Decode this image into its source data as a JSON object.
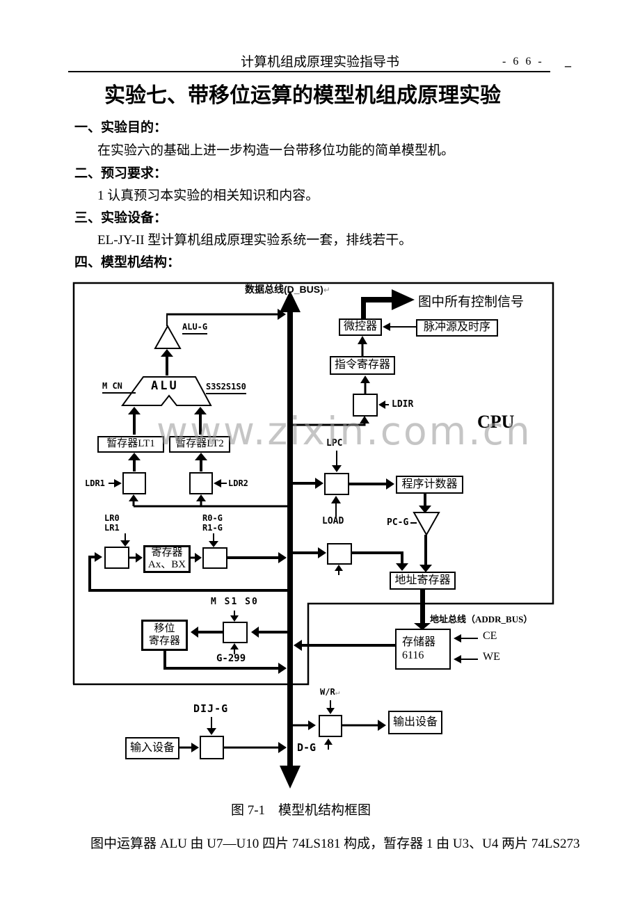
{
  "page": {
    "header": {
      "doc_title": "计算机组成原理实验指导书",
      "page_number": "- 6 6 -",
      "trailing_mark": "_"
    },
    "title": "实验七、带移位运算的模型机组成原理实验",
    "sections": [
      {
        "heading": "一、实验目的：",
        "body": "在实验六的基础上进一步构造一台带移位功能的简单模型机。"
      },
      {
        "heading": "二、预习要求：",
        "body": "1  认真预习本实验的相关知识和内容。"
      },
      {
        "heading": "三、实验设备：",
        "body": "EL-JY-II 型计算机组成原理实验系统一套，排线若干。"
      },
      {
        "heading": "四、模型机结构：",
        "body": ""
      }
    ],
    "figure_caption": "图 7-1　模型机结构框图",
    "footer_paragraph": "图中运算器 ALU 由 U7—U10 四片 74LS181 构成，暂存器 1 由 U3、U4 两片 74LS273"
  },
  "diagram": {
    "watermark": "www.zixin.com.cn",
    "boxes": {
      "micro_controller": "微控器",
      "pulse_source": "脉冲源及时序",
      "instruction_register": "指令寄存器",
      "temp_register_lt1": "暂存器LT1",
      "temp_register_lt2": "暂存器LT2",
      "register_line1": "寄存器",
      "register_line2": "Ax、BX",
      "program_counter": "程序计数器",
      "address_register": "地址寄存器",
      "memory_line1": "存储器",
      "memory_line2": "6116",
      "shift_register_line1": "移位",
      "shift_register_line2": "寄存器",
      "input_device": "输入设备",
      "output_device": "输出设备"
    },
    "labels": {
      "data_bus": "数据总线(D_BUS)",
      "return_mark": "↵",
      "control_signals": "图中所有控制信号",
      "cpu": "CPU",
      "alu": "ALU",
      "alu_g": "ALU-G",
      "m_cn": "M CN",
      "s_bits": "S3S2S1S0",
      "ldir": "LDIR",
      "lpc": "LPC",
      "load": "LOAD",
      "pc_g": "PC-G",
      "ldr1": "LDR1",
      "ldr2": "LDR2",
      "lr0": "LR0",
      "lr1": "LR1",
      "r0_g": "R0-G",
      "r1_g": "R1-G",
      "m_s1_s0": "M S1 S0",
      "g_299": "G-299",
      "addr_bus": "地址总线（ADDR_BUS）",
      "ce": "CE",
      "we": "WE",
      "w_r": "W/R",
      "dij_g": "DIJ-G",
      "d_g": "D-G"
    }
  }
}
